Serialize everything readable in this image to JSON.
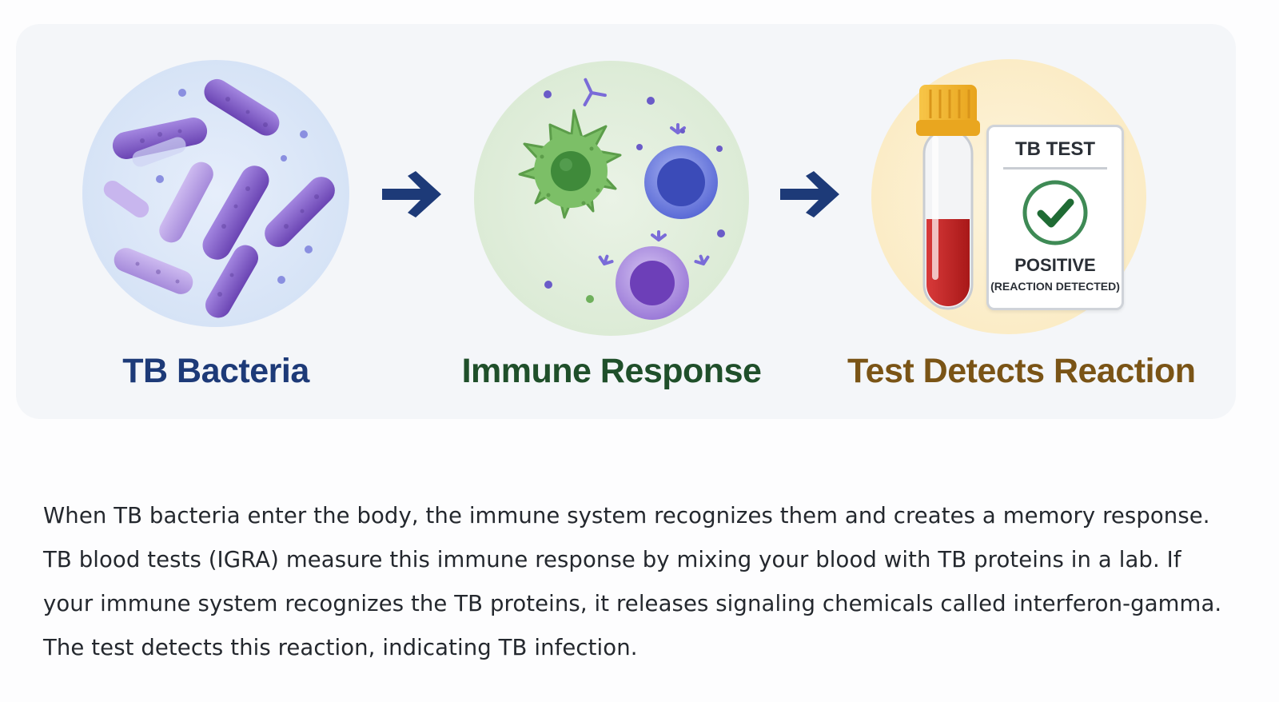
{
  "stages": [
    {
      "label": "TB Bacteria",
      "color": "#1d3a78"
    },
    {
      "label": "Immune Response",
      "color": "#1f4f2a"
    },
    {
      "label": "Test Detects Reaction",
      "color": "#7a5416"
    }
  ],
  "test_card": {
    "title": "TB TEST",
    "result": "POSITIVE",
    "note": "(REACTION DETECTED)"
  },
  "description": "When TB bacteria enter the body, the immune system recognizes them and creates a memory response. TB blood tests (IGRA) measure this immune response by mixing your blood with TB proteins in a lab. If your immune system recognizes the TB proteins, it releases signaling chemicals called interferon-gamma. The test detects this reaction, indicating TB infection.",
  "colors": {
    "arrow": "#1d3a78",
    "bacteria": "#7f57c2",
    "immune_cell": "#6fb05c",
    "lymphocyte_blue": "#4a5bd0",
    "lymphocyte_purple": "#7a4fc9",
    "blood": "#c42424",
    "tube_cap": "#f5b72e",
    "check": "#2c7a44"
  }
}
